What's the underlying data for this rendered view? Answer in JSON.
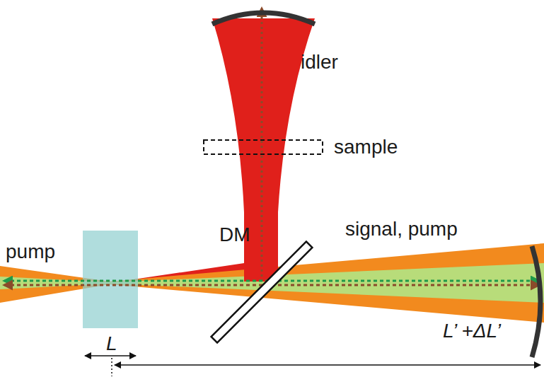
{
  "diagram": {
    "labels": [
      "idler",
      "sample",
      "DM",
      "signal, pump",
      "pump",
      "L",
      "L’ +ΔL’"
    ]
  }
}
